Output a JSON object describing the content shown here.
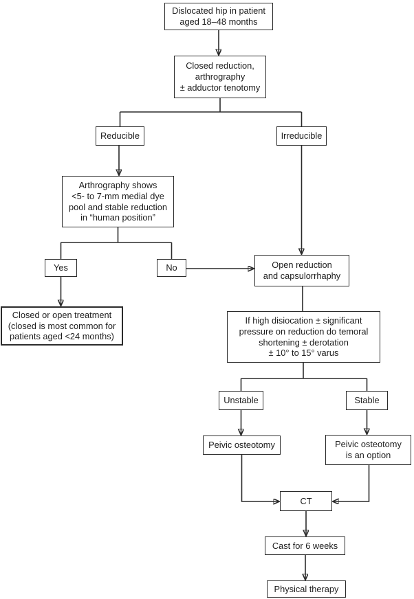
{
  "figure": {
    "type": "flowchart",
    "topic": "Treatment algorithm for dislocated hip in patient aged 18-48 months",
    "colors": {
      "background": "#ffffff",
      "box_border": "#2b2b2b",
      "line": "#2b2b2b",
      "text": "#1c1c1c"
    }
  },
  "nodes": {
    "dislocated_hip": {
      "label": "Dislocated hip in patient\naged 18–48 months"
    },
    "closed_reduction": {
      "label": "Closed reduction,\narthrography\n± adductor tenotomy"
    },
    "reducible": {
      "label": "Reducible"
    },
    "irreducible": {
      "label": "Irreducible"
    },
    "arthrography_shows": {
      "label": "Arthrography shows\n<5- to 7-mm medial dye\npool and stable reduction\nin “human position”"
    },
    "yes": {
      "label": "Yes"
    },
    "no": {
      "label": "No"
    },
    "closed_or_open": {
      "label": "Closed or open treatment\n(closed is most common for\npatients aged <24 months)"
    },
    "open_reduction": {
      "label": "Open reduction\nand capsulorrhaphy"
    },
    "femoral_shortening": {
      "label": "If high disiocation ± significant\npressure on reduction do temoral\nshortening ± derotation\n± 10° to 15° varus"
    },
    "unstable": {
      "label": "Unstable"
    },
    "stable": {
      "label": "Stable"
    },
    "pelvic_osteotomy": {
      "label": "Peivic osteotomy"
    },
    "pelvic_osteotomy_option": {
      "label": "Peivic osteotomy\nis an option"
    },
    "ct": {
      "label": "CT"
    },
    "cast": {
      "label": "Cast for 6 weeks"
    },
    "physical_therapy": {
      "label": "Physical therapy"
    }
  }
}
